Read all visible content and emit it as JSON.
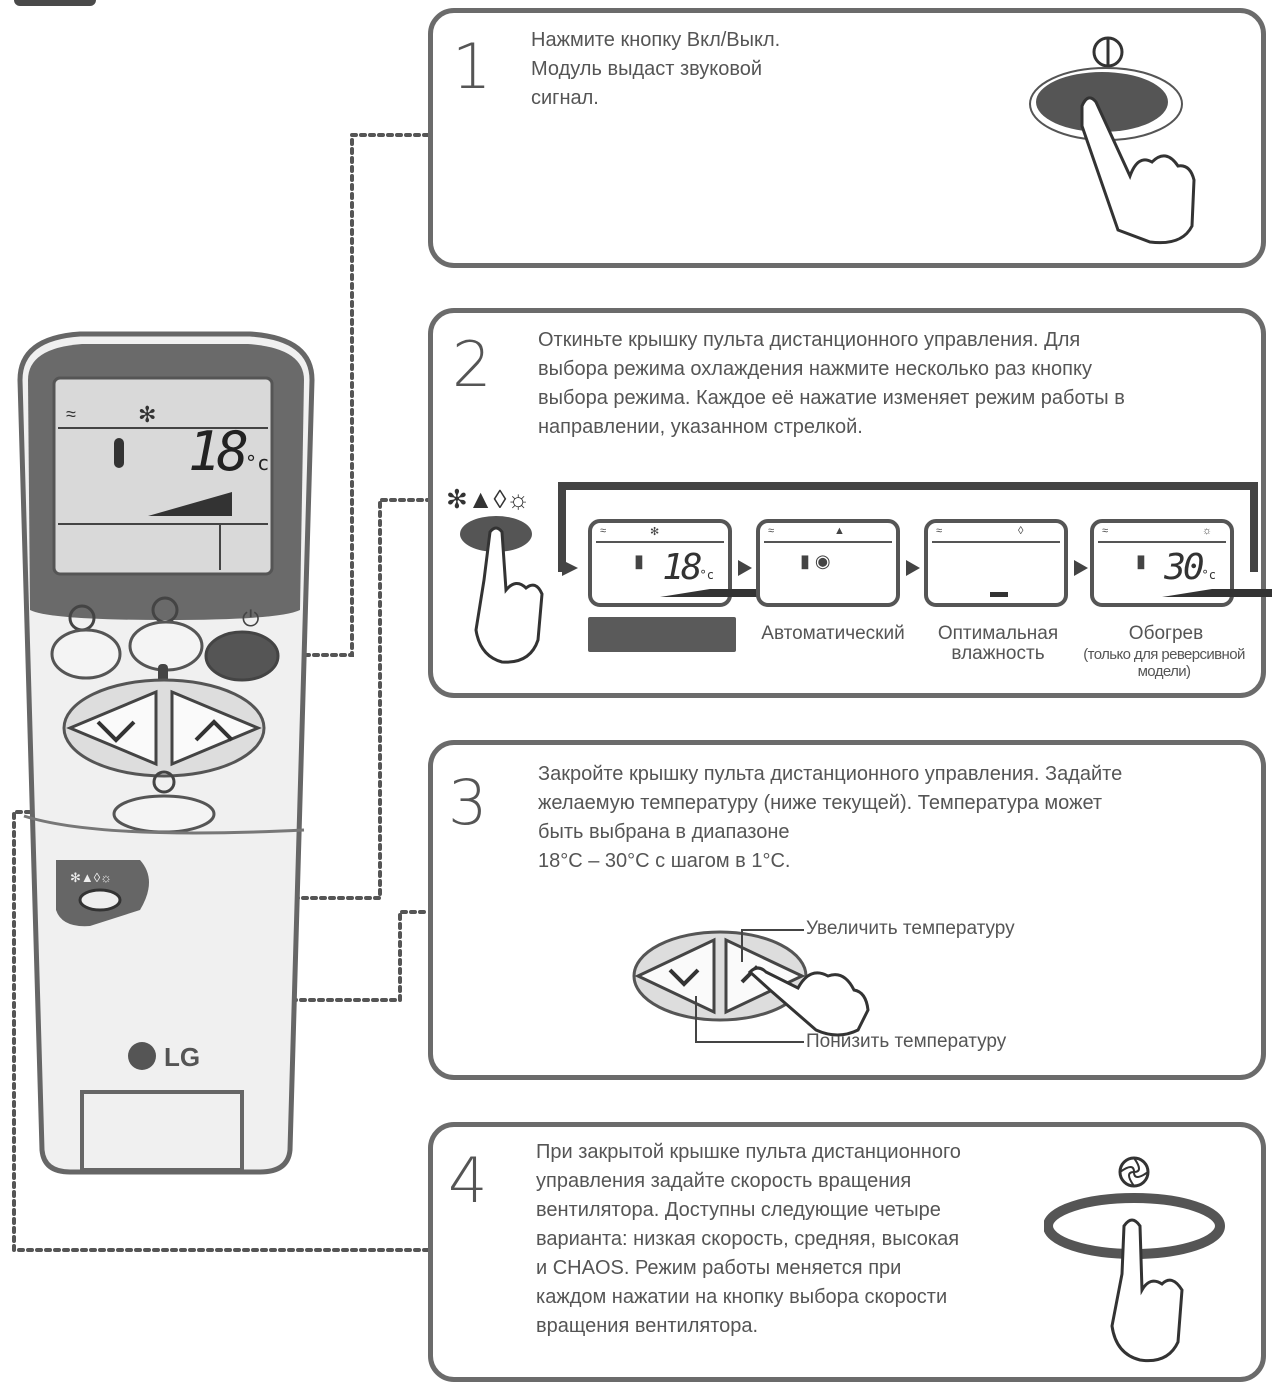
{
  "steps": [
    {
      "number": "1",
      "text": "Нажмите кнопку Вкл/Выкл.\nМодуль выдаст звуковой\nсигнал."
    },
    {
      "number": "2",
      "text": "Откиньте крышку пульта дистанционного управления. Для\nвыбора режима охлаждения нажмите несколько раз кнопку\nвыбора режима. Каждое её нажатие изменяет режим работы в\nнаправлении, указанном стрелкой."
    },
    {
      "number": "3",
      "text": "Закройте крышку пульта дистанционного управления. Задайте\nжелаемую температуру (ниже текущей). Температура может\nбыть выбрана в диапазоне\n18°C – 30°C с шагом в 1°C."
    },
    {
      "number": "4",
      "text": "При закрытой крышке пульта дистанционного\nуправления задайте скорость вращения\nвентилятора. Доступны следующие четыре\nварианта: низкая скорость, средняя, высокая\nи CHAOS. Режим работы меняется при\nкаждом нажатии на кнопку выбора скорости\nвращения вентилятора."
    }
  ],
  "modes": {
    "auto": "Автоматический",
    "dry": "Оптимальная\nвлажность",
    "heat": "Обогрев",
    "heat_note": "(только для реверсивной\nмодели)"
  },
  "mini_displays": {
    "cool_temp": "18",
    "heat_temp": "30",
    "unit": "°c"
  },
  "remote": {
    "display_temp": "18",
    "display_unit": "°c",
    "brand": "LG"
  },
  "temp_buttons": {
    "increase": "Увеличить температуру",
    "decrease": "Понизить температуру"
  },
  "colors": {
    "outline": "#6b6b6b",
    "lcd": "#d9d9d9",
    "remote_body": "#f0f0f0",
    "dark_button": "#5a5a5a"
  }
}
